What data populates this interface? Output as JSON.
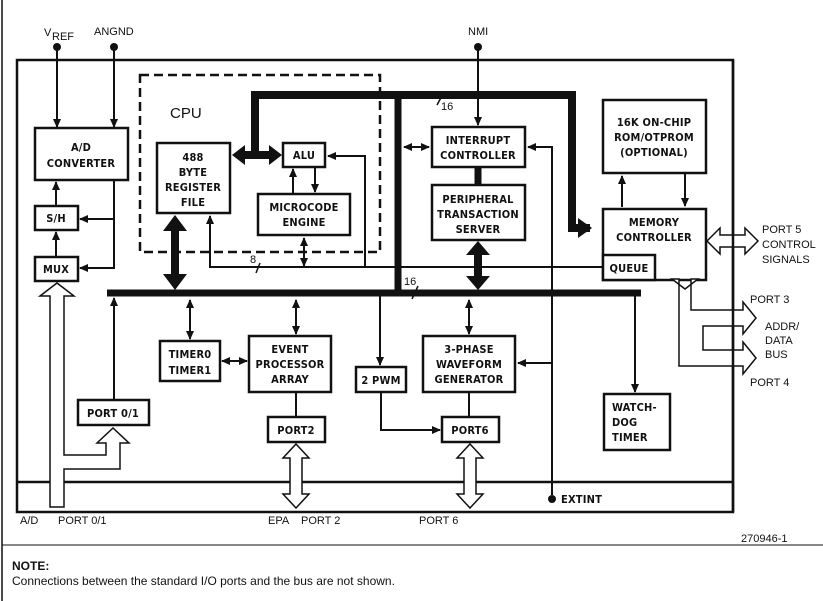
{
  "figure_id": "270946-1",
  "note": {
    "title": "NOTE:",
    "text": "Connections between the standard I/O ports and the bus are not shown."
  },
  "pins": {
    "vref": "V",
    "vref_sub": "REF",
    "angnd": "ANGND",
    "nmi": "NMI",
    "extint": "EXTINT"
  },
  "cpu_label": "CPU",
  "blocks": {
    "ad_converter": [
      "A/D",
      "CONVERTER"
    ],
    "sh": "S/H",
    "mux": "MUX",
    "register_file": [
      "488",
      "BYTE",
      "REGISTER",
      "FILE"
    ],
    "alu": "ALU",
    "microcode": [
      "MICROCODE",
      "ENGINE"
    ],
    "interrupt": [
      "INTERRUPT",
      "CONTROLLER"
    ],
    "pts": [
      "PERIPHERAL",
      "TRANSACTION",
      "SERVER"
    ],
    "rom": [
      "16K ON-CHIP",
      "ROM/OTPROM",
      "(OPTIONAL)"
    ],
    "memory_controller": [
      "MEMORY",
      "CONTROLLER"
    ],
    "queue": "QUEUE",
    "timers": [
      "TIMER0",
      "TIMER1"
    ],
    "epa": [
      "EVENT",
      "PROCESSOR",
      "ARRAY"
    ],
    "pwm": "2 PWM",
    "waveform": [
      "3-PHASE",
      "WAVEFORM",
      "GENERATOR"
    ],
    "watchdog": [
      "WATCH-",
      "DOG",
      "TIMER"
    ],
    "port01": "PORT 0/1",
    "port2": "PORT2",
    "port6": "PORT6"
  },
  "bus_widths": {
    "top_bus": "16",
    "main_bus": "16",
    "queue_line": "8"
  },
  "external_labels": {
    "ad": "A/D",
    "port01": "PORT 0/1",
    "epa": "EPA",
    "port2": "PORT 2",
    "port6": "PORT 6",
    "port5": [
      "PORT 5",
      "CONTROL",
      "SIGNALS"
    ],
    "port3": "PORT 3",
    "addr_data": [
      "ADDR/",
      "DATA",
      "BUS"
    ],
    "port4": "PORT 4"
  }
}
